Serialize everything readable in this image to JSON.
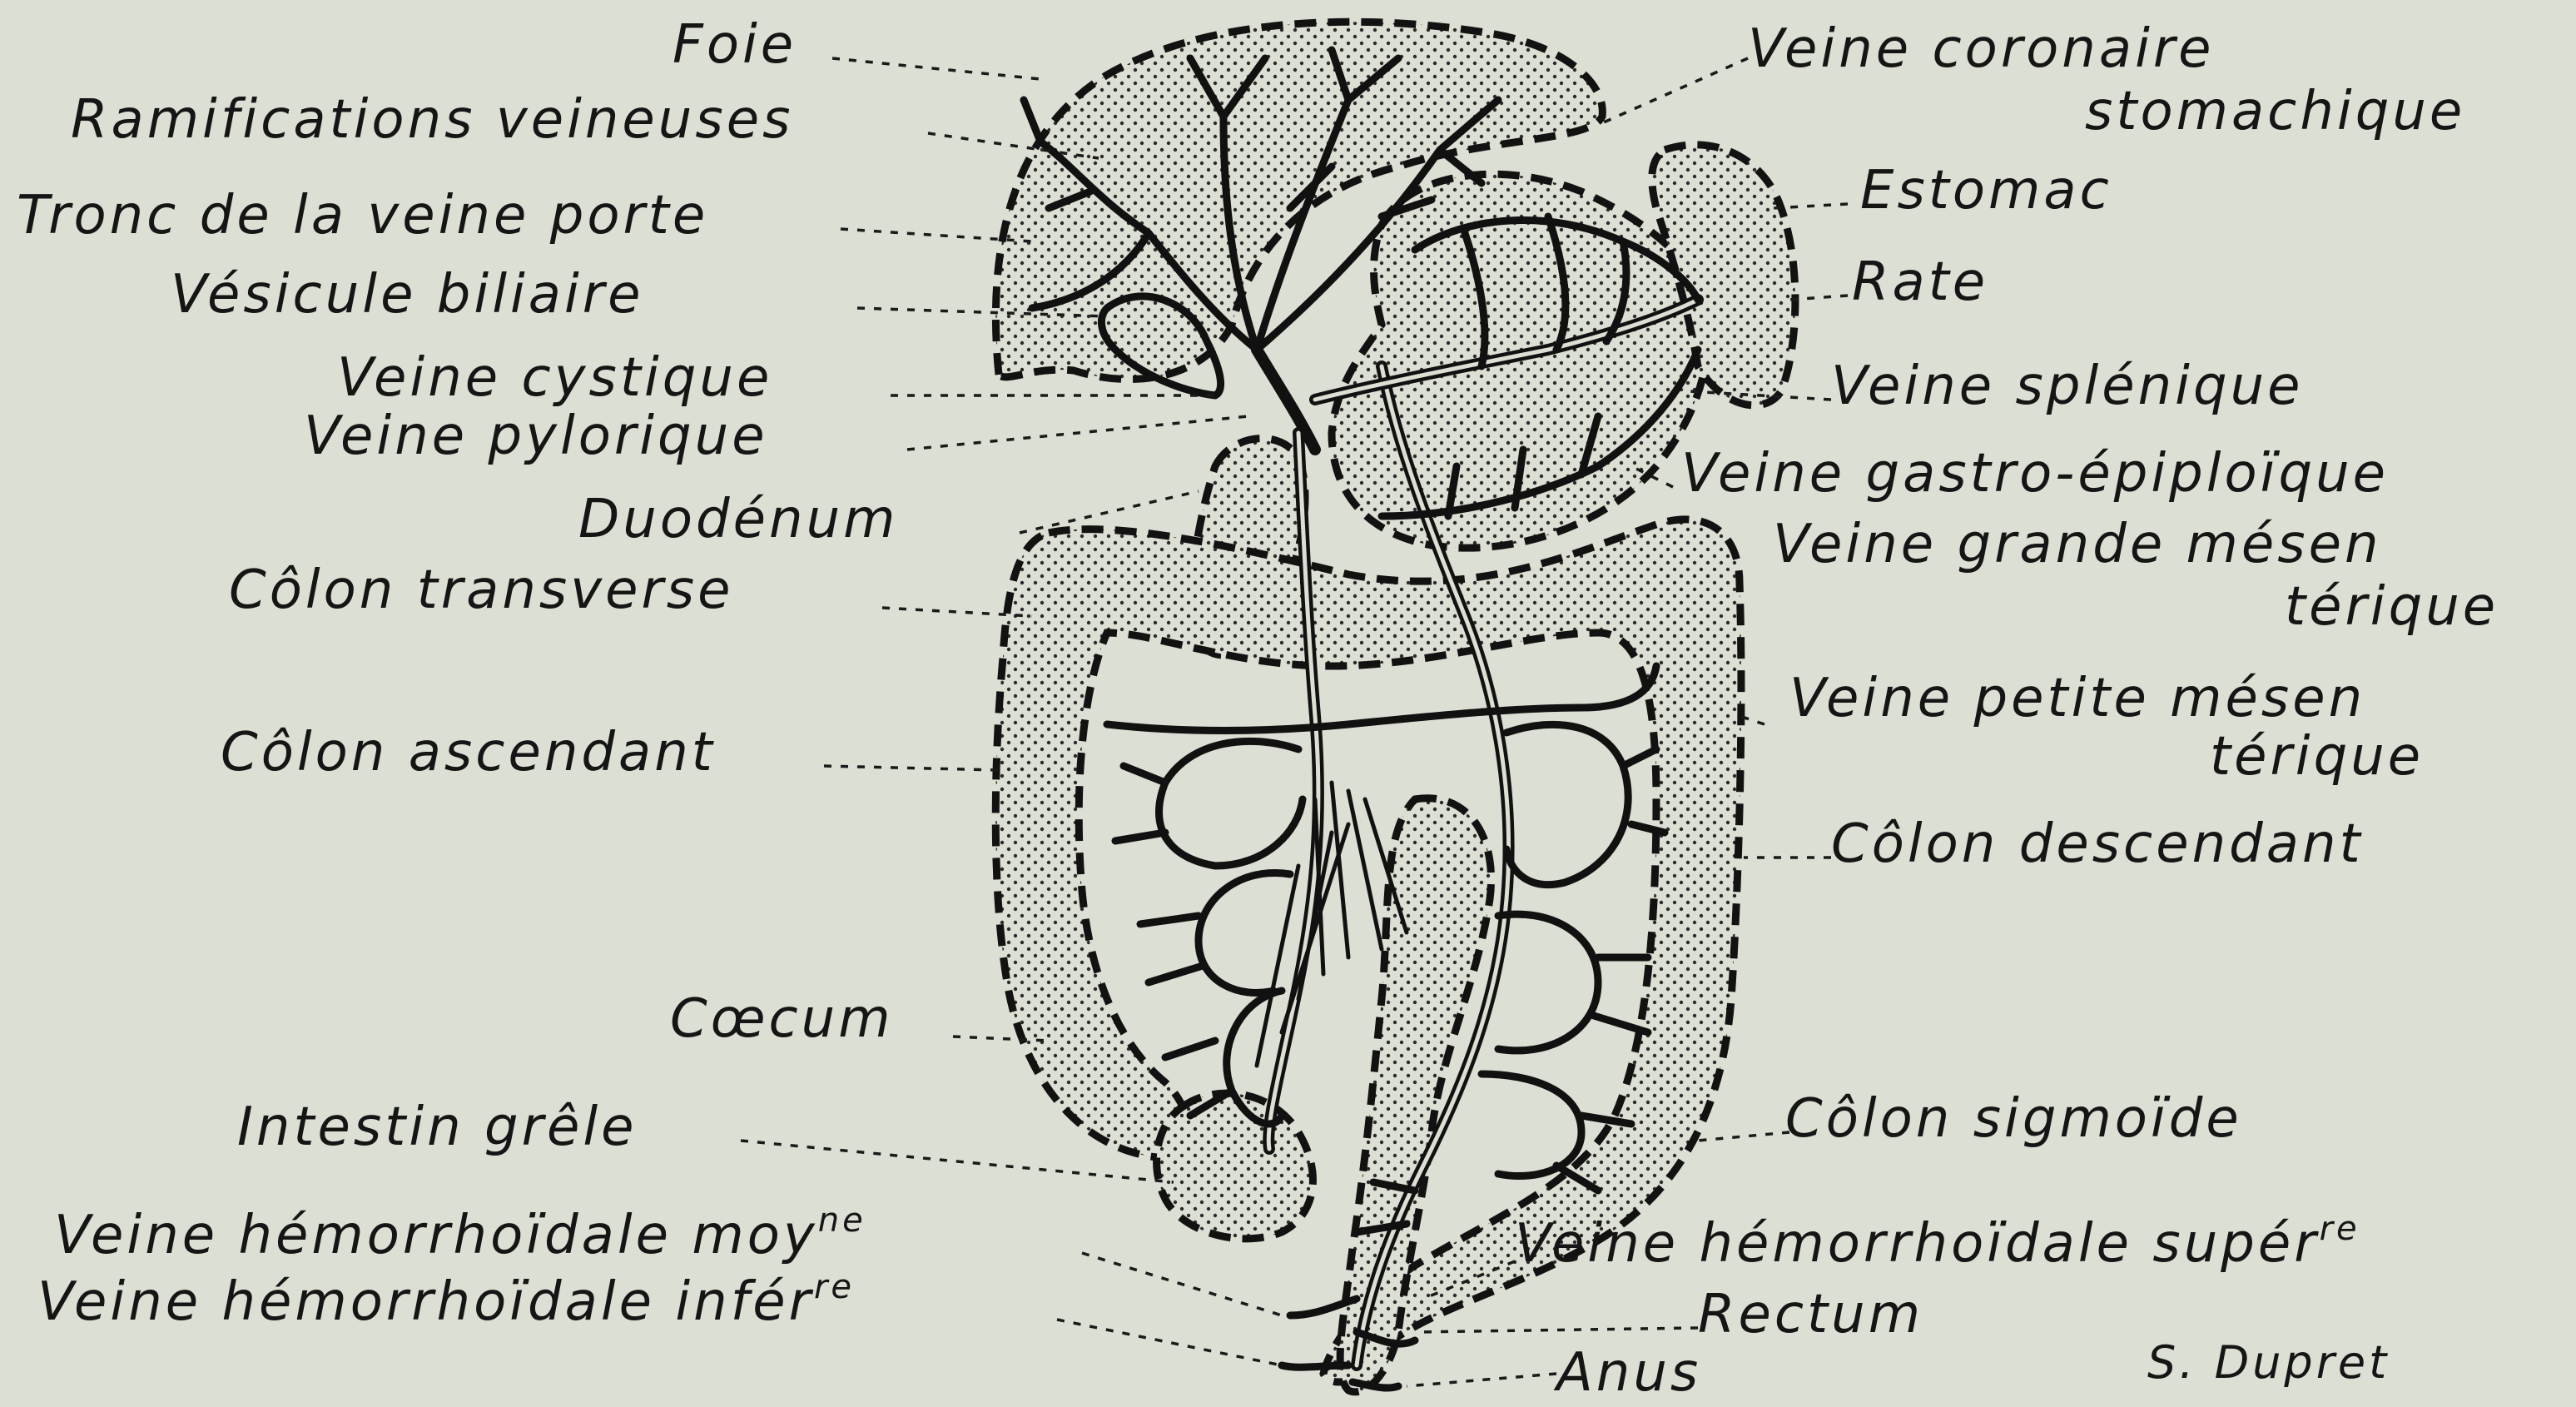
{
  "labels_left": [
    "Foie",
    "Ramifications veineuses",
    "Tronc de la veine porte",
    "Vésicule biliaire",
    "Veine cystique",
    "Veine pylorique",
    "Duodénum",
    "Côlon transverse",
    "Côlon ascendant",
    "Cœcum",
    "Intestin grêle",
    "Veine hémorrhoïdale moy",
    "Veine hémorrhoïdale infér"
  ],
  "labels_left_sup": {
    "moy": "ne",
    "infer": "re"
  },
  "labels_right": [
    "Veine coronaire",
    "stomachique",
    "Estomac",
    "Rate",
    "Veine splénique",
    "Veine gastro-épiploïque",
    "Veine grande mésen",
    "térique",
    "Veine petite mésen",
    "térique",
    "Côlon descendant",
    "Côlon sigmoïde",
    "Veine hémorrhoïdale supér",
    "Rectum",
    "Anus"
  ],
  "labels_right_sup": {
    "super": "re"
  },
  "signature": "S. Dupret"
}
